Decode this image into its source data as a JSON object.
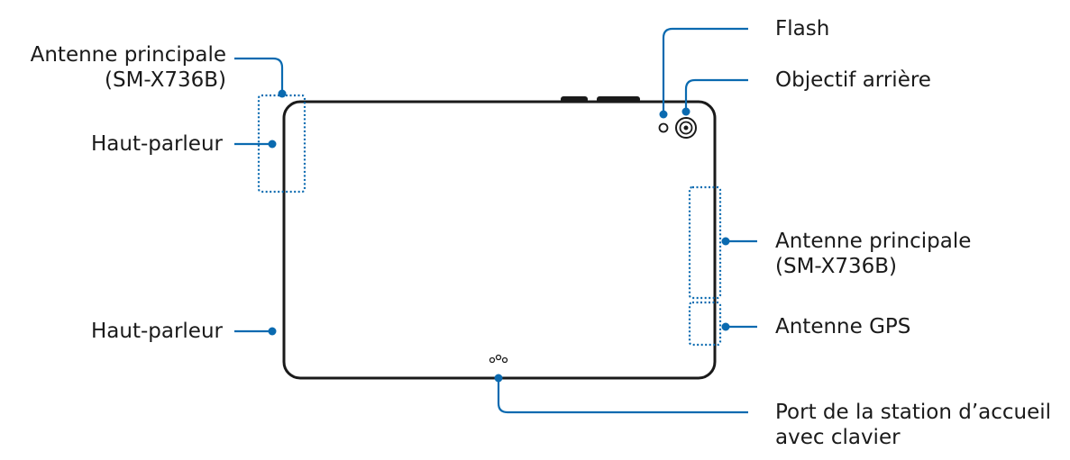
{
  "colors": {
    "leader": "#0a6ab0",
    "device_outline": "#1a1a1a",
    "text": "#1a1a1a",
    "background": "#ffffff"
  },
  "labels": {
    "main_antenna_left_line1": "Antenne principale",
    "main_antenna_left_line2": "(SM-X736B)",
    "speaker_top": "Haut-parleur",
    "speaker_bottom": "Haut-parleur",
    "flash": "Flash",
    "rear_camera": "Objectif arrière",
    "main_antenna_right_line1": "Antenne principale",
    "main_antenna_right_line2": "(SM-X736B)",
    "gps_antenna": "Antenne GPS",
    "dock_port_line1": "Port de la station d’accueil",
    "dock_port_line2": "avec clavier"
  }
}
